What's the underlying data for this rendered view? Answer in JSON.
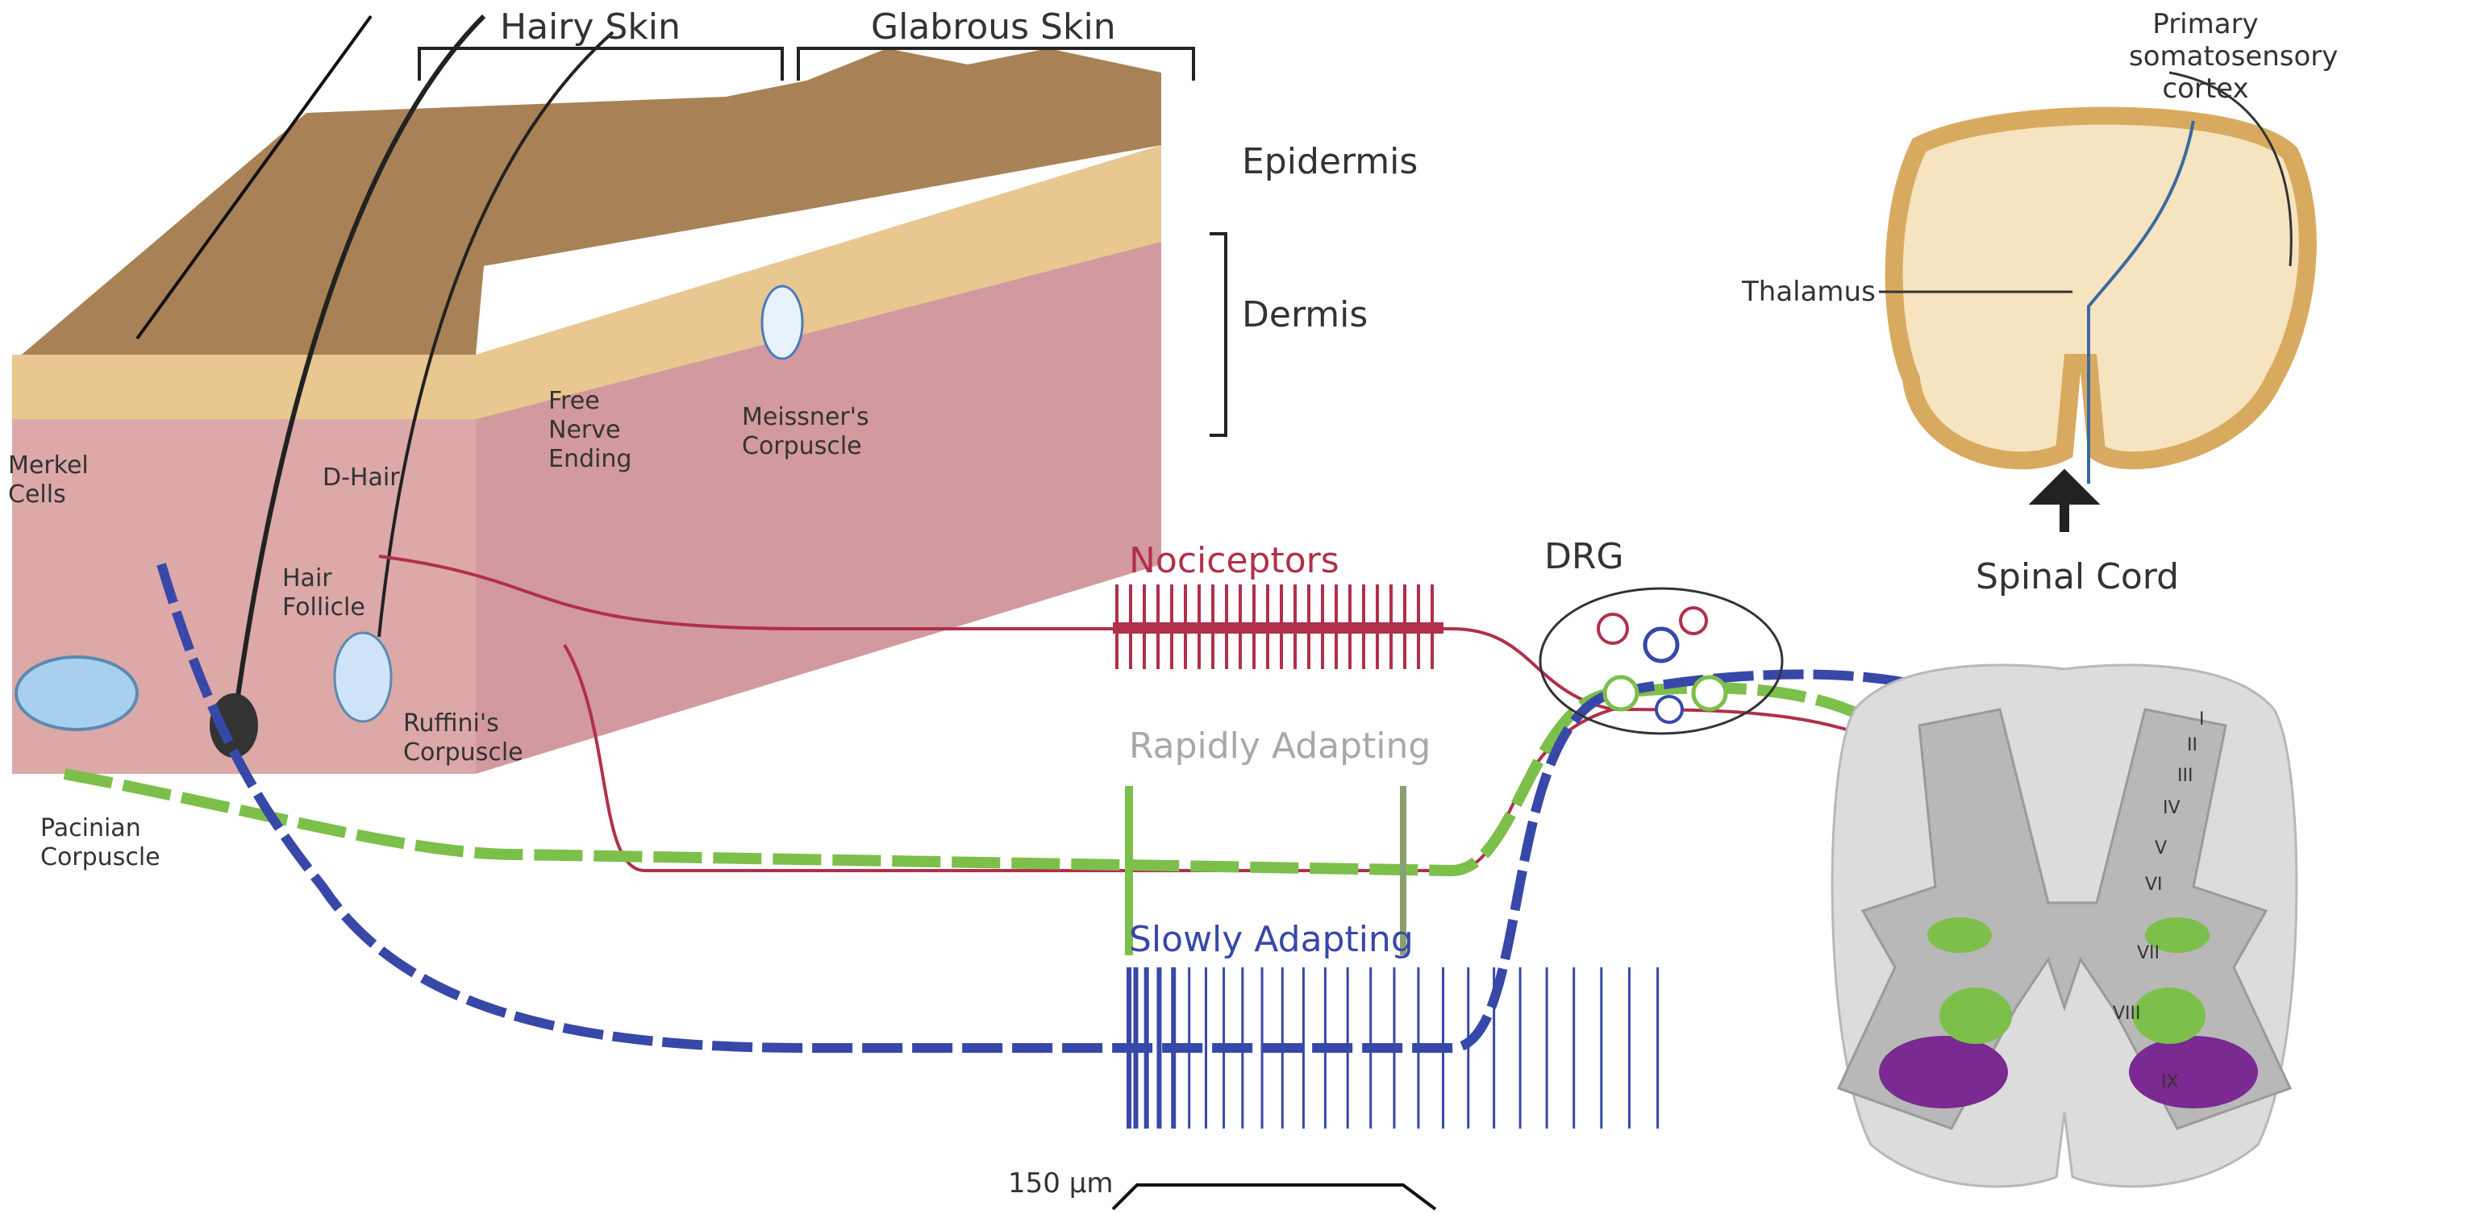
{
  "skin": {
    "hairy_skin": "Hairy Skin",
    "glabrous_skin": "Glabrous Skin",
    "epidermis": "Epidermis",
    "dermis": "Dermis"
  },
  "receptors": {
    "merkel": "Merkel Cells",
    "d_hair": "D-Hair",
    "free_nerve": "Free Nerve Ending",
    "meissner": "Meissner's Corpuscle",
    "hair_follicle": "Hair Follicle",
    "ruffini": "Ruffini's Corpuscle",
    "pacinian": "Pacinian Corpuscle"
  },
  "fibers": {
    "nociceptors": "Nociceptors",
    "rapidly_adapting": "Rapidly Adapting",
    "slowly_adapting": "Slowly Adapting",
    "stimulus": "150 µm"
  },
  "cns": {
    "drg": "DRG",
    "spinal_cord": "Spinal Cord",
    "thalamus": "Thalamus",
    "cortex": "Primary somatosensory cortex",
    "laminae": [
      "I",
      "II",
      "III",
      "IV",
      "V",
      "VI",
      "VII",
      "VIII",
      "IX"
    ]
  },
  "colors": {
    "nociceptor": "#b0304a",
    "rapid": "#7cbf4a",
    "slow": "#3848a8",
    "skin_top": "#a88256",
    "dermis": "#dca8a8",
    "epidermis_cells": "#e8c890",
    "gray_matter": "#b8b8b8",
    "white_matter": "#dcdcdc",
    "lamina_ix": "#7a2a90",
    "brain": "#d8aa60"
  }
}
